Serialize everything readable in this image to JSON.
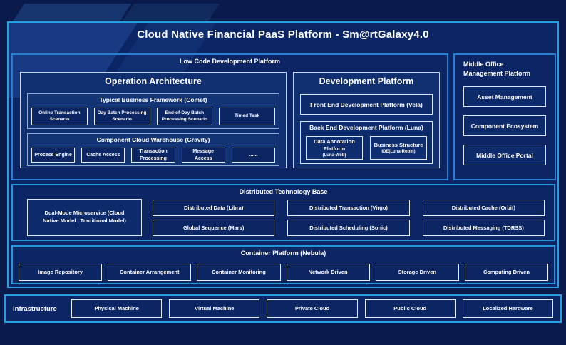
{
  "title": "Cloud Native Financial PaaS Platform - Sm@rtGalaxy4.0",
  "colors": {
    "page_background": "#0a1b4b",
    "panel_background": "#0c2665",
    "accent_border": "#25a0e2",
    "section_border": "#2b7fd2",
    "node_border": "#dde6f4",
    "text": "#ffffff"
  },
  "low_code": {
    "label": "Low Code Development Platform",
    "operation_architecture": {
      "title": "Operation Architecture",
      "typical_business_framework": {
        "label": "Typical Business Framework (Comet)",
        "items": [
          "Online Transaction Scenario",
          "Day Batch Processing Scenario",
          "End-of-Day Batch Processing Scenario",
          "Timed Task"
        ]
      },
      "component_cloud_warehouse": {
        "label": "Component Cloud Warehouse (Gravity)",
        "items": [
          "Process Engine",
          "Cache Access",
          "Transaction Processing",
          "Message Access",
          "......"
        ]
      }
    },
    "development_platform": {
      "title": "Development Platform",
      "front_end_label": "Front End Development Platform (Vela)",
      "back_end": {
        "label": "Back End Development Platform (Luna)",
        "items": [
          {
            "name": "Data Annotation Platform",
            "code": "(Luna-Web)"
          },
          {
            "name": "Business Structure",
            "code": "IDE(Luna-Robin)"
          }
        ]
      }
    }
  },
  "middle_office": {
    "label": "Middle Office Management Platform",
    "items": [
      "Asset Management",
      "Component Ecosystem",
      "Middle Office Portal"
    ]
  },
  "distributed_base": {
    "label": "Distributed Technology Base",
    "dual_mode_label": "Dual-Mode Microservice (Cloud Native Model | Traditional Model)",
    "items": [
      "Distributed Data (Libra)",
      "Distributed Transaction (Virgo)",
      "Distributed Cache (Orbit)",
      "Global Sequence (Mars)",
      "Distributed Scheduling (Sonic)",
      "Distributed Messaging (TDRSS)"
    ]
  },
  "container_platform": {
    "label": "Container Platform (Nebula)",
    "items": [
      "Image Repository",
      "Container Arrangement",
      "Container Monitoring",
      "Network Driven",
      "Storage Driven",
      "Computing Driven"
    ]
  },
  "infrastructure": {
    "label": "Infrastructure",
    "items": [
      "Physical Machine",
      "Virtual Machine",
      "Private Cloud",
      "Public Cloud",
      "Localized Hardware"
    ]
  }
}
